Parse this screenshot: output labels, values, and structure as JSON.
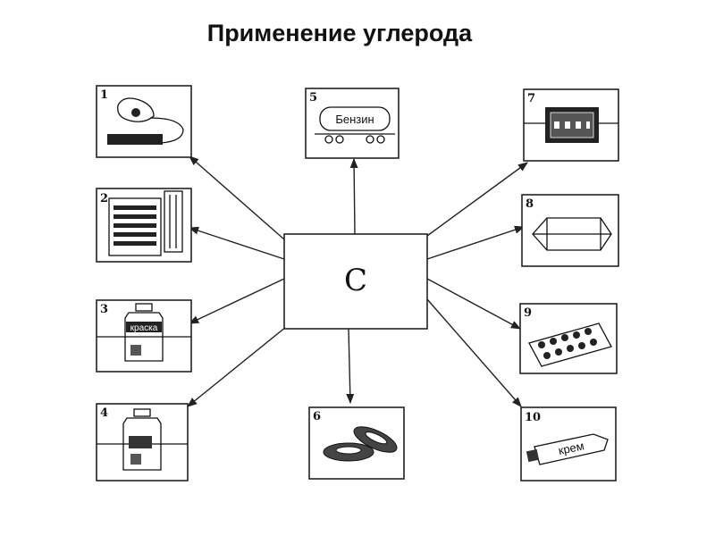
{
  "title": "Применение углерода",
  "center": {
    "label": "C"
  },
  "items": [
    {
      "number": "1",
      "icon": "gas-mask-icon"
    },
    {
      "number": "2",
      "icon": "printed-pages-icon"
    },
    {
      "number": "3",
      "icon": "paint-jar-icon",
      "label": "краска"
    },
    {
      "number": "4",
      "icon": "jar-icon"
    },
    {
      "number": "5",
      "icon": "tank-car-icon",
      "label": "Бензин"
    },
    {
      "number": "6",
      "icon": "tires-icon"
    },
    {
      "number": "7",
      "icon": "battery-icon"
    },
    {
      "number": "8",
      "icon": "diamond-crystal-icon"
    },
    {
      "number": "9",
      "icon": "tablets-icon"
    },
    {
      "number": "10",
      "icon": "cream-tube-icon",
      "label": "крем"
    }
  ]
}
